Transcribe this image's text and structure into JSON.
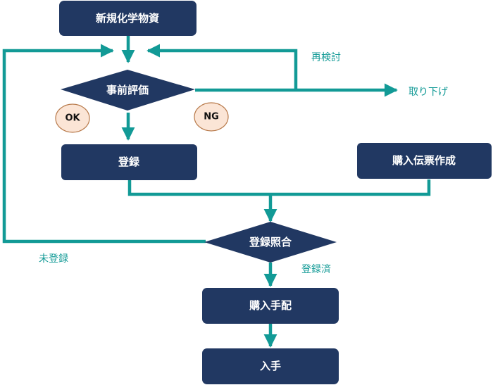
{
  "diagram": {
    "type": "flowchart",
    "colors": {
      "node_fill": "#213862",
      "node_text": "#ffffff",
      "connector": "#129a96",
      "label_text": "#129a96",
      "badge_fill": "#fbe5d6",
      "badge_border": "#b87a4b"
    },
    "nodes": {
      "new_chemical": "新規化学物資",
      "pre_evaluation": "事前評価",
      "registration": "登録",
      "purchase_slip": "購入伝票作成",
      "registration_check": "登録照合",
      "purchase_arrangement": "購入手配",
      "acquisition": "入手"
    },
    "badges": {
      "ok": "OK",
      "ng": "NG"
    },
    "edge_labels": {
      "reconsider": "再検討",
      "withdraw": "取り下げ",
      "unregistered": "未登録",
      "registered": "登録済"
    }
  }
}
